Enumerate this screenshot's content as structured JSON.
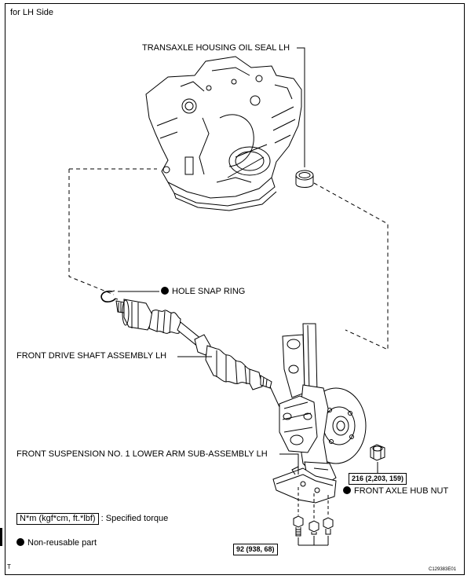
{
  "header": {
    "title": "for LH Side"
  },
  "parts": {
    "oil_seal": "TRANSAXLE HOUSING OIL SEAL LH",
    "snap_ring": "HOLE SNAP RING",
    "drive_shaft": "FRONT DRIVE SHAFT ASSEMBLY LH",
    "lower_arm": "FRONT SUSPENSION NO. 1 LOWER ARM SUB-ASSEMBLY LH",
    "hub_nut": "FRONT AXLE HUB NUT"
  },
  "torques": {
    "hub_nut": "216 (2,203, 159)",
    "lower_arm_bolts": "92 (938, 68)"
  },
  "legend": {
    "torque_unit": "N*m (kgf*cm, ft.*lbf)",
    "torque_desc": ": Specified torque",
    "non_reusable": "Non-reusable part"
  },
  "footer": {
    "corner_mark": "T",
    "figure_id": "C129383E01"
  },
  "icons": {
    "non_reusable": "filled-circle-icon"
  }
}
